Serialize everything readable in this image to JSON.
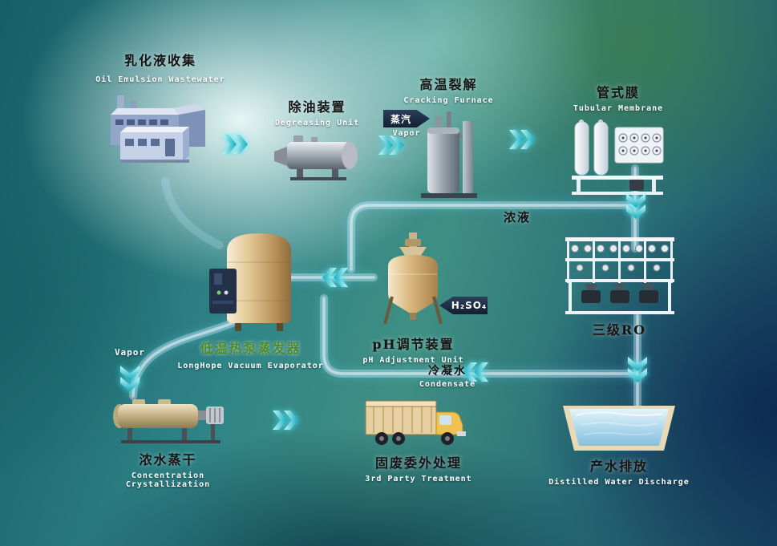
{
  "nodes": {
    "factory": {
      "zh": "乳化液收集",
      "en": "Oil Emulsion Wastewater"
    },
    "degreaser": {
      "zh": "除油装置",
      "en": "Degreasing Unit"
    },
    "furnace": {
      "zh": "高温裂解",
      "en": "Cracking Furnace"
    },
    "membrane": {
      "zh": "管式膜",
      "en": "Tubular Membrane"
    },
    "ro": {
      "zh": "三级RO"
    },
    "evaporator": {
      "zh": "低温热泵蒸发器",
      "en": "LongHope Vacuum Evaporator"
    },
    "ph_unit": {
      "zh": "pH调节装置",
      "en": "pH Adjustment Unit"
    },
    "dryer": {
      "zh": "浓水蒸干",
      "en_line1": "Concentration",
      "en_line2": "Crystallization"
    },
    "truck": {
      "zh": "固废委外处理",
      "en": "3rd Party Treatment"
    },
    "pool": {
      "zh": "产水排放",
      "en": "Distilled Water Discharge"
    }
  },
  "stream_labels": {
    "steam": {
      "zh": "蒸汽",
      "en": "Vapor"
    },
    "h2so4": "H₂SO₄",
    "concentrate": "浓液",
    "condensate": {
      "zh": "冷凝水",
      "en": "Condensate"
    },
    "vapor_to_dryer": "Vapor"
  },
  "colors": {
    "arrow_cyan": "#17b8c8",
    "pipe_glow": "#bfe8ff",
    "tag_navy": "#1d2f4a",
    "evaporator_label_green": "#4d8b2a"
  }
}
